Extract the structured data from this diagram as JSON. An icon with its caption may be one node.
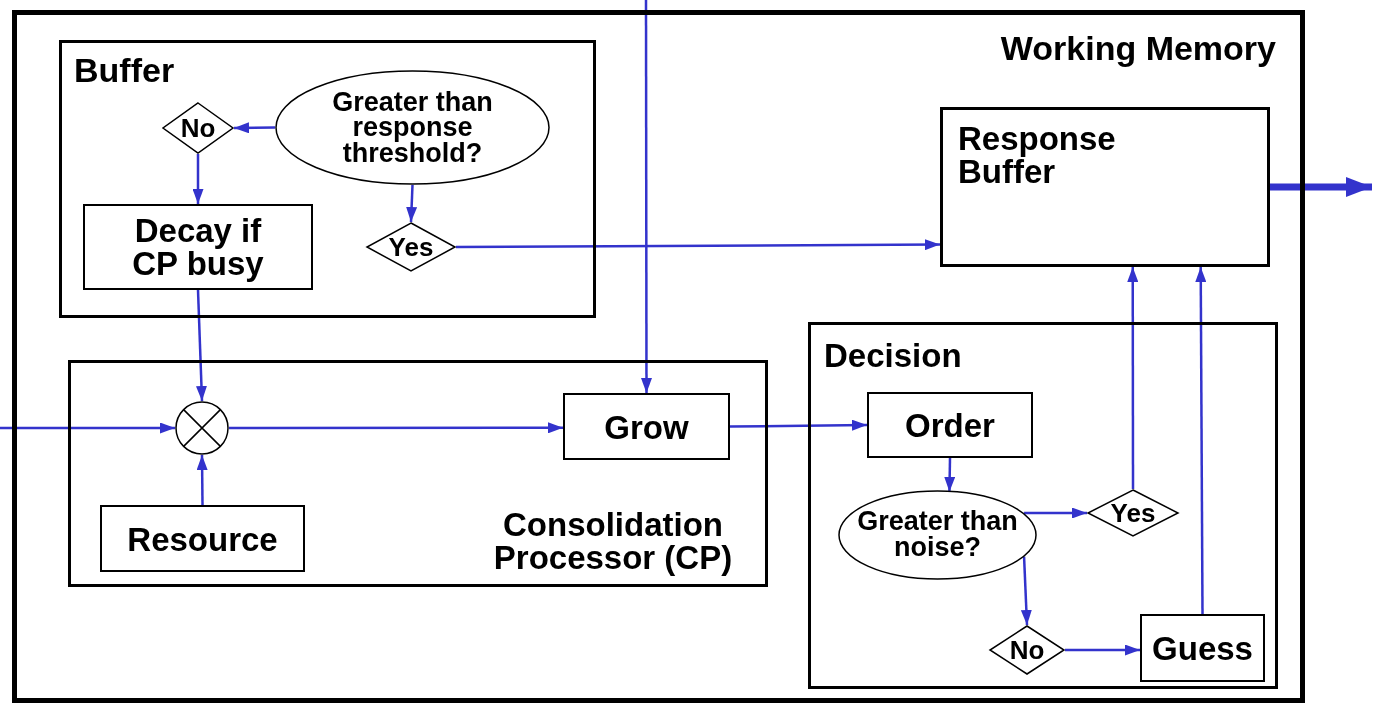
{
  "diagram": {
    "nodes": [
      {
        "text": [
          "Working Memory"
        ]
      },
      {
        "text": [
          "Buffer"
        ],
        "in": 0
      },
      {
        "text": [
          "No"
        ],
        "in": 1
      },
      {
        "text": [
          "Greater than response threshold?"
        ],
        "in": 1
      },
      {
        "text": [
          "Decay if CP busy"
        ],
        "in": 1
      },
      {
        "text": [
          "Yes"
        ],
        "in": 1
      },
      {
        "text": [
          "Response Buffer"
        ],
        "in": 0
      },
      {
        "text": [
          "Consolidation Processor (CP)"
        ],
        "in": 0
      },
      {
        "text": [],
        "shape": "circle",
        "in": 7
      },
      {
        "text": [
          "Grow"
        ],
        "in": 7
      },
      {
        "text": [
          "Resource"
        ],
        "in": 7
      },
      {
        "text": [
          "Decision"
        ],
        "in": 0
      },
      {
        "text": [
          "Order"
        ],
        "in": 11
      },
      {
        "text": [
          "Greater than noise?"
        ],
        "in": 11
      },
      {
        "text": [
          "Yes"
        ],
        "in": 11
      },
      {
        "text": [
          "No"
        ],
        "in": 11
      },
      {
        "text": [
          "Guess"
        ],
        "in": 11
      }
    ],
    "edges": [
      {
        "from": 3,
        "to": 2,
        "arrow": "to"
      },
      {
        "from": 2,
        "to": 4,
        "arrow": "to"
      },
      {
        "from": 3,
        "to": 5,
        "arrow": "to"
      },
      {
        "from": 5,
        "to": 6,
        "arrow": "to"
      },
      {
        "from": 4,
        "to": 8,
        "arrow": "to"
      },
      {
        "from": null,
        "to": 8,
        "arrow": "to"
      },
      {
        "from": 10,
        "to": 8,
        "arrow": "to"
      },
      {
        "from": 8,
        "to": 9,
        "arrow": "to"
      },
      {
        "from": null,
        "to": 9,
        "arrow": "to"
      },
      {
        "from": 9,
        "to": 12,
        "arrow": "to"
      },
      {
        "from": 12,
        "to": 13,
        "arrow": "to"
      },
      {
        "from": 13,
        "to": 14,
        "arrow": "to"
      },
      {
        "from": 14,
        "to": 6,
        "arrow": "to"
      },
      {
        "from": 13,
        "to": 15,
        "arrow": "to"
      },
      {
        "from": 15,
        "to": 16,
        "arrow": "to"
      },
      {
        "from": 16,
        "to": 6,
        "arrow": "to"
      },
      {
        "from": 6,
        "to": null,
        "arrow": "to",
        "style": "thick"
      }
    ]
  }
}
